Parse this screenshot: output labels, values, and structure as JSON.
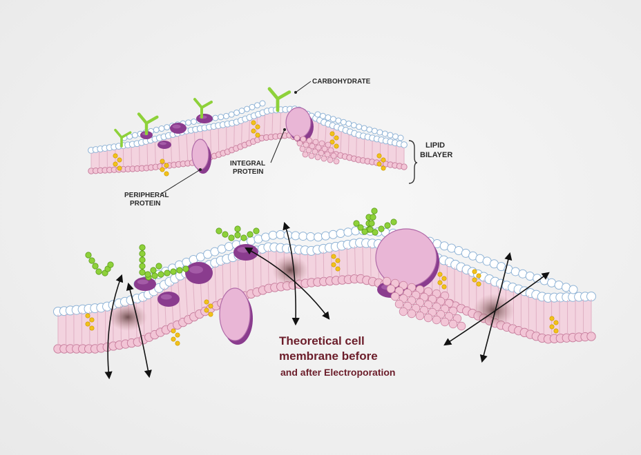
{
  "labels": {
    "carbohydrate": "CARBOHYDRATE",
    "lipid_line1": "LIPID",
    "lipid_line2": "BILAYER",
    "integral_line1": "INTEGRAL",
    "integral_line2": "PROTEIN",
    "peripheral_line1": "PERIPHERAL",
    "peripheral_line2": "PROTEIN"
  },
  "caption": {
    "line1": "Theoretical cell",
    "line2": "membrane before",
    "line3": "and after Electroporation"
  },
  "colors": {
    "head_top": "#ffffff",
    "head_outline": "#8fb3d6",
    "head_bottom": "#e8a8c2",
    "bilayer_fill": "#f3d3df",
    "protein_dark": "#8a3c8e",
    "protein_light": "#e9b6d6",
    "carbohydrate": "#8ed13a",
    "cholesterol": "#f2c21a",
    "caption": "#6b1d2a",
    "arrow": "#111111"
  }
}
